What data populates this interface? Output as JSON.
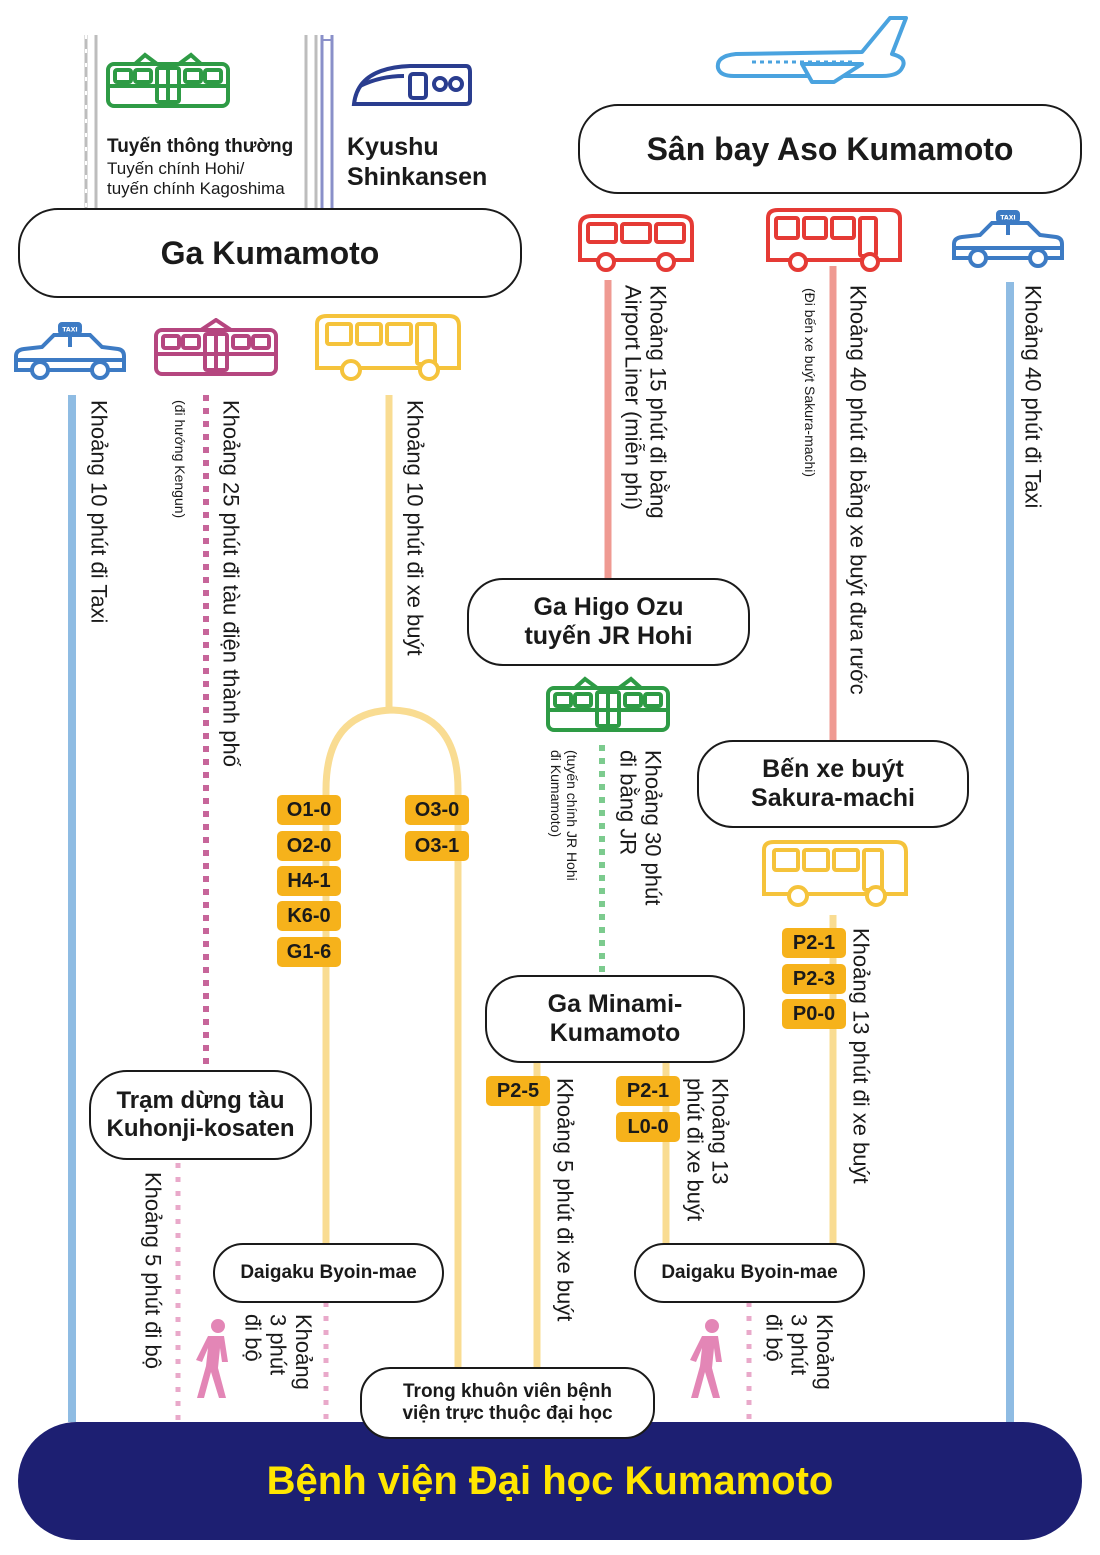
{
  "header": {
    "conventional_line_title": "Tuyến thông thường",
    "conventional_line_detail": "Tuyến chính Hohi/\ntuyến chính Kagoshima",
    "shinkansen": "Kyushu\nShinkansen"
  },
  "stations": {
    "kumamoto_station": "Ga Kumamoto",
    "airport": "Sân bay Aso Kumamoto",
    "higo_ozu": "Ga Higo Ozu\ntuyến JR Hohi",
    "sakura_machi": "Bến xe buýt\nSakura-machi",
    "minami_kumamoto": "Ga Minami-\nKumamoto",
    "kuhonji": "Trạm dừng tàu\nKuhonji-kosaten",
    "daigaku_left": "Daigaku Byoin-mae",
    "daigaku_right": "Daigaku Byoin-mae",
    "campus": "Trong khuôn viên bệnh\nviện trực thuộc đại học",
    "hospital": "Bệnh viện Đại học Kumamoto"
  },
  "routes": {
    "taxi_from_station": "Khoảng 10 phút đi Taxi",
    "tram_main": "Khoảng 25 phút đi tàu điện thành phố",
    "tram_note": "(đi hướng Kengun)",
    "bus_from_station": "Khoảng 10 phút đi xe buýt",
    "airport_liner": "Khoảng 15 phút đi bằng\nAirport Liner (miễn phí)",
    "airport_bus": "Khoảng 40 phút đi bằng xe buýt đưa rước",
    "airport_bus_note": "(Đi bến xe buýt Sakura-machi)",
    "airport_taxi": "Khoảng 40 phút đi Taxi",
    "jr_main": "Khoảng 30 phút\nđi bằng JR",
    "jr_note": "(tuyến chính JR Hohi\nđi Kumamoto)",
    "sakura_bus": "Khoảng 13 phút đi xe buýt",
    "minami_bus_5": "Khoảng 5 phút đi xe buýt",
    "minami_bus_13": "Khoảng 13\nphút đi xe buýt",
    "walk_5": "Khoảng 5 phút đi bộ",
    "walk_3_left": "Khoảng\n3 phút\nđi bộ",
    "walk_3_right": "Khoảng\n3 phút\nđi bộ"
  },
  "badges": {
    "left_column": [
      "O1-0",
      "O2-0",
      "H4-1",
      "K6-0",
      "G1-6"
    ],
    "right_column": [
      "O3-0",
      "O3-1"
    ],
    "minami_left": [
      "P2-5"
    ],
    "minami_right": [
      "P2-1",
      "L0-0"
    ],
    "sakura": [
      "P2-1",
      "P2-3",
      "P0-0"
    ]
  },
  "icons": {
    "taxi_roof_sign": "TAXI",
    "names": [
      "train-icon",
      "shinkansen-icon",
      "airplane-icon",
      "bus-icon",
      "taxi-icon",
      "tram-icon",
      "pedestrian-icon"
    ]
  },
  "colors": {
    "taxi": "#3d7bc4",
    "taxi_line": "#8fbce3",
    "tram": "#b5467f",
    "tram_dots": "#c7659a",
    "bus": "#f5c33b",
    "bus_line": "#f9dc92",
    "airport_bus": "#e53a35",
    "airport_bus_line": "#ef9a92",
    "jr": "#2e9b45",
    "jr_dots": "#7ccb8e",
    "walk": "#e386b6",
    "shinkansen": "#2a3d8f",
    "airplane": "#4aa3df",
    "hospital_bg": "#1d1f72",
    "hospital_text": "#ffe600",
    "badge": "#f6b21b"
  }
}
